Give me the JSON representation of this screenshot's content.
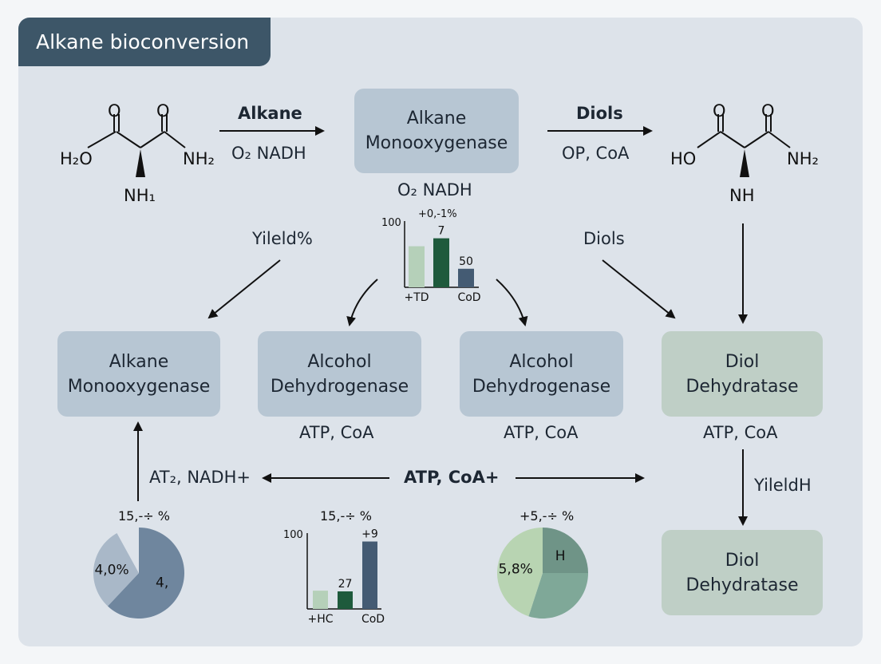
{
  "title": "Alkane bioconversion",
  "colors": {
    "title_bg": "#3d5668",
    "panel_bg": "#dde3ea",
    "box_blue": "#b7c6d3",
    "box_green": "#bfcfc6",
    "bar_light": "#b5d0b9",
    "bar_dark": "#1e5a3c",
    "bar_slate": "#445b73"
  },
  "molecules": {
    "left": {
      "o1": "O",
      "o2": "O",
      "ho": "H₂O",
      "nh2": "NH₂",
      "nh": "NH₁"
    },
    "right": {
      "o1": "O",
      "o2": "O",
      "ho": "HO",
      "nh2": "NH₂",
      "nh": "NH"
    }
  },
  "top_row": {
    "arrow1_label": "Alkane",
    "arrow1_sub": "O₂ NADH",
    "enzyme_line1": "Alkane",
    "enzyme_line2": "Monooxygenase",
    "arrow2_label": "Diols",
    "arrow2_sub": "OP, CoA",
    "below_enzyme": "O₂ NADH"
  },
  "mid_labels": {
    "left": "Yileld%",
    "right": "Diols"
  },
  "boxes": {
    "b1_line1": "Alkane",
    "b1_line2": "Monooxygenase",
    "b2_line1": "Alcohol",
    "b2_line2": "Dehydrogenase",
    "b2_sub": "ATP, CoA",
    "b3_line1": "Alcohol",
    "b3_line2": "Dehydrogenase",
    "b3_sub": "ATP, CoA",
    "b4_line1": "Diol",
    "b4_line2": "Dehydratase",
    "b4_sub": "ATP, CoA",
    "b5_line1": "Diol",
    "b5_line2": "Dehydratase"
  },
  "bottom_row": {
    "left_label": "AT₂, NADH+",
    "center_label": "ATP, CoA+",
    "right_label": "YileldH"
  },
  "chart_data": [
    {
      "type": "bar",
      "ytick": "100",
      "top_label": "+0,-1%",
      "categories": [
        "+TD",
        "",
        "CoD"
      ],
      "values": [
        62,
        74,
        28
      ],
      "value_labels": [
        "",
        "7",
        "50"
      ]
    },
    {
      "type": "bar",
      "ytick": "100",
      "top_label": "15,-÷ %",
      "categories": [
        "+HC",
        "",
        "CoD"
      ],
      "values": [
        26,
        25,
        96
      ],
      "value_labels": [
        "",
        "27",
        "+9"
      ]
    },
    {
      "type": "pie",
      "top_label": "15,-÷ %",
      "slices": [
        {
          "label": "4,",
          "value": 62
        },
        {
          "label": "4,0%",
          "value": 30
        },
        {
          "label": "",
          "value": 8
        }
      ]
    },
    {
      "type": "pie",
      "top_label": "+5,-÷ %",
      "slices": [
        {
          "label": "H",
          "value": 25
        },
        {
          "label": "",
          "value": 30
        },
        {
          "label": "5,8%",
          "value": 45
        }
      ]
    }
  ]
}
